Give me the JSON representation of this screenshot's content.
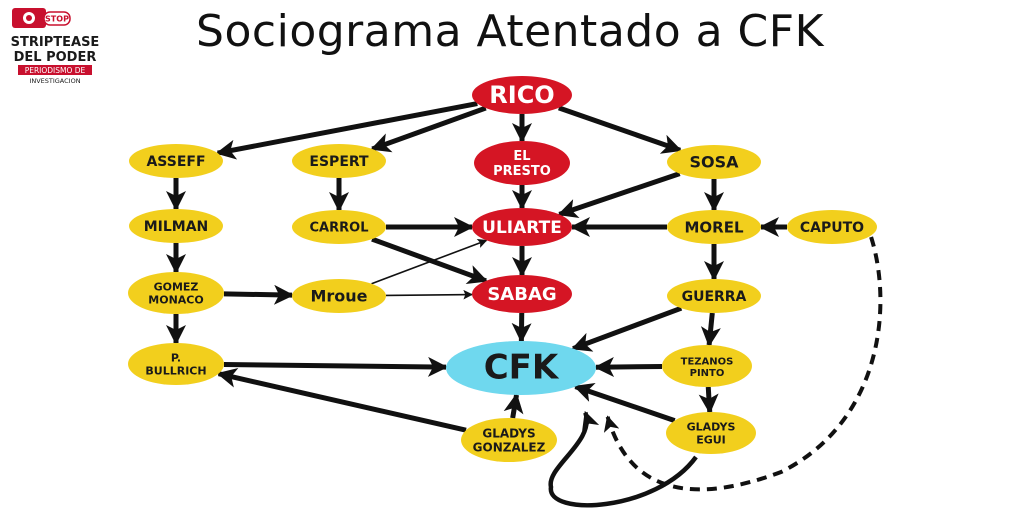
{
  "title": "Sociograma Atentado a CFK",
  "logo": {
    "line1": "STRIPTEASE",
    "line2": "DEL PODER",
    "line3": "PERIODISMO DE",
    "line4": "INVESTIGACION",
    "badge": "STOP"
  },
  "colors": {
    "yellow_node": "#f2cf1d",
    "red_node": "#d51524",
    "cyan_node": "#6fd8ee",
    "arrow": "#111111",
    "title": "#111111"
  },
  "nodes": [
    {
      "id": "rico",
      "lines": [
        "RICO"
      ],
      "kind": "red"
    },
    {
      "id": "asseff",
      "lines": [
        "ASSEFF"
      ],
      "kind": "yellow"
    },
    {
      "id": "espert",
      "lines": [
        "ESPERT"
      ],
      "kind": "yellow"
    },
    {
      "id": "el_presto",
      "lines": [
        "EL",
        "PRESTO"
      ],
      "kind": "red"
    },
    {
      "id": "sosa",
      "lines": [
        "SOSA"
      ],
      "kind": "yellow"
    },
    {
      "id": "milman",
      "lines": [
        "MILMAN"
      ],
      "kind": "yellow"
    },
    {
      "id": "carrol",
      "lines": [
        "CARROL"
      ],
      "kind": "yellow"
    },
    {
      "id": "uliarte",
      "lines": [
        "ULIARTE"
      ],
      "kind": "red"
    },
    {
      "id": "morel",
      "lines": [
        "MOREL"
      ],
      "kind": "yellow"
    },
    {
      "id": "caputo",
      "lines": [
        "CAPUTO"
      ],
      "kind": "yellow"
    },
    {
      "id": "gomez_monaco",
      "lines": [
        "GOMEZ",
        "MONACO"
      ],
      "kind": "yellow"
    },
    {
      "id": "mroue",
      "lines": [
        "Mroue"
      ],
      "kind": "yellow"
    },
    {
      "id": "sabag",
      "lines": [
        "SABAG"
      ],
      "kind": "red"
    },
    {
      "id": "guerra",
      "lines": [
        "GUERRA"
      ],
      "kind": "yellow"
    },
    {
      "id": "p_bullrich",
      "lines": [
        "P.",
        "BULLRICH"
      ],
      "kind": "yellow"
    },
    {
      "id": "cfk",
      "lines": [
        "CFK"
      ],
      "kind": "cyan"
    },
    {
      "id": "tezanos_pinto",
      "lines": [
        "TEZANOS",
        "PINTO"
      ],
      "kind": "yellow"
    },
    {
      "id": "gladys_gonzalez",
      "lines": [
        "GLADYS",
        "GONZALEZ"
      ],
      "kind": "yellow"
    },
    {
      "id": "gladys_egui",
      "lines": [
        "GLADYS",
        "EGUI"
      ],
      "kind": "yellow"
    }
  ],
  "edges": [
    {
      "from": "rico",
      "to": "asseff",
      "style": "bold"
    },
    {
      "from": "rico",
      "to": "espert",
      "style": "bold"
    },
    {
      "from": "rico",
      "to": "el_presto",
      "style": "bold"
    },
    {
      "from": "rico",
      "to": "sosa",
      "style": "bold"
    },
    {
      "from": "asseff",
      "to": "milman",
      "style": "bold"
    },
    {
      "from": "espert",
      "to": "carrol",
      "style": "bold"
    },
    {
      "from": "el_presto",
      "to": "uliarte",
      "style": "bold"
    },
    {
      "from": "sosa",
      "to": "morel",
      "style": "bold"
    },
    {
      "from": "sosa",
      "to": "uliarte",
      "style": "bold"
    },
    {
      "from": "milman",
      "to": "gomez_monaco",
      "style": "bold"
    },
    {
      "from": "carrol",
      "to": "uliarte",
      "style": "bold"
    },
    {
      "from": "carrol",
      "to": "sabag",
      "style": "bold"
    },
    {
      "from": "morel",
      "to": "uliarte",
      "style": "bold"
    },
    {
      "from": "caputo",
      "to": "morel",
      "style": "bold"
    },
    {
      "from": "morel",
      "to": "guerra",
      "style": "bold"
    },
    {
      "from": "uliarte",
      "to": "sabag",
      "style": "bold"
    },
    {
      "from": "gomez_monaco",
      "to": "mroue",
      "style": "bold"
    },
    {
      "from": "mroue",
      "to": "uliarte",
      "style": "thin"
    },
    {
      "from": "mroue",
      "to": "sabag",
      "style": "thin"
    },
    {
      "from": "gomez_monaco",
      "to": "p_bullrich",
      "style": "bold"
    },
    {
      "from": "sabag",
      "to": "cfk",
      "style": "bold"
    },
    {
      "from": "guerra",
      "to": "cfk",
      "style": "bold"
    },
    {
      "from": "guerra",
      "to": "tezanos_pinto",
      "style": "bold"
    },
    {
      "from": "p_bullrich",
      "to": "cfk",
      "style": "bold"
    },
    {
      "from": "tezanos_pinto",
      "to": "cfk",
      "style": "bold"
    },
    {
      "from": "tezanos_pinto",
      "to": "gladys_egui",
      "style": "bold"
    },
    {
      "from": "gladys_egui",
      "to": "cfk",
      "style": "bold"
    },
    {
      "from": "gladys_gonzalez",
      "to": "cfk",
      "style": "bold"
    },
    {
      "from": "gladys_gonzalez",
      "to": "p_bullrich",
      "style": "bold"
    },
    {
      "from": "gladys_egui",
      "to": "cfk",
      "style": "curve"
    },
    {
      "from": "caputo",
      "to": "cfk",
      "style": "dashed"
    }
  ]
}
